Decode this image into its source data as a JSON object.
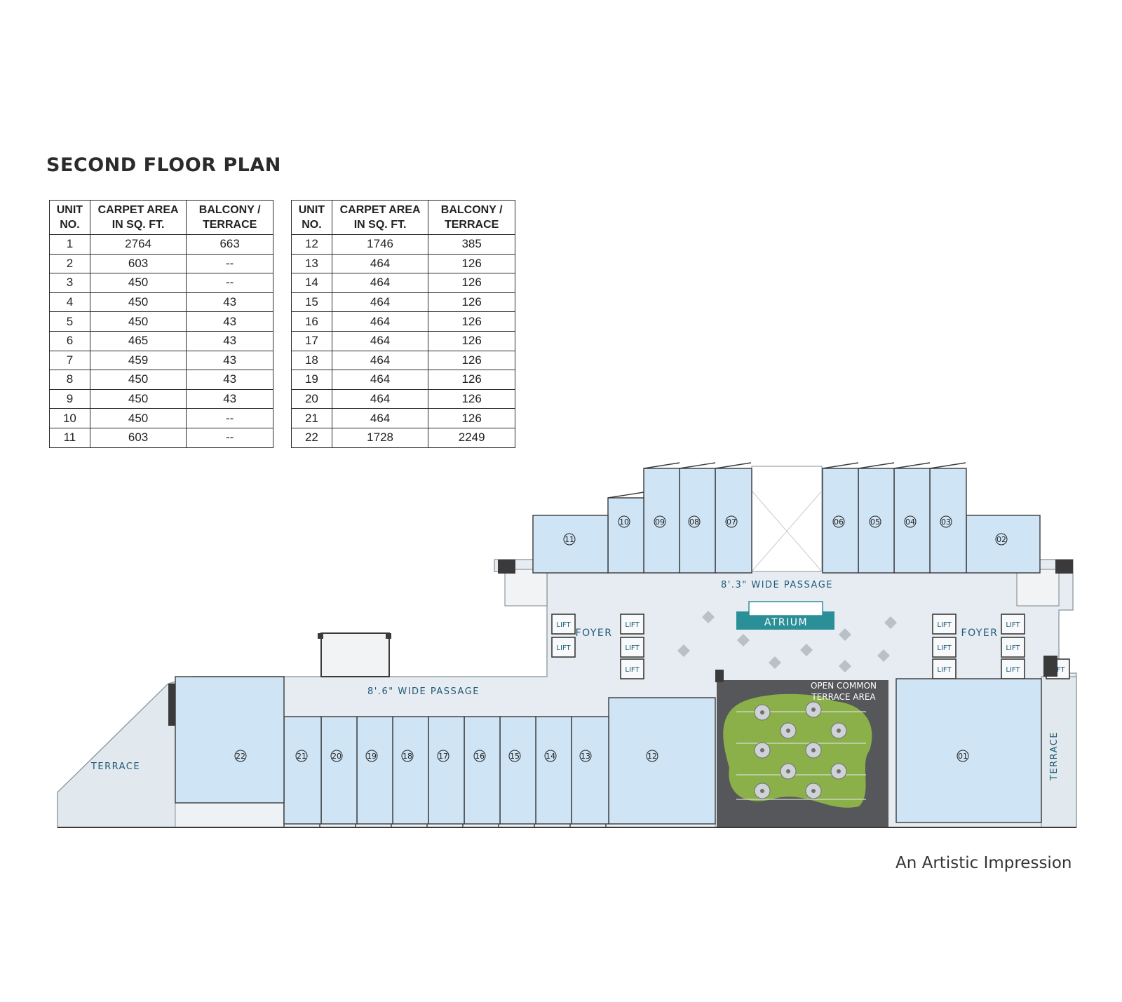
{
  "title": "SECOND FLOOR PLAN",
  "table": {
    "headers": [
      "UNIT NO.",
      "CARPET AREA IN SQ. FT.",
      "BALCONY / TERRACE"
    ],
    "header_lines": [
      [
        "UNIT",
        "NO."
      ],
      [
        "CARPET AREA",
        "IN SQ. FT."
      ],
      [
        "BALCONY /",
        "TERRACE"
      ]
    ],
    "left_rows": [
      [
        "1",
        "2764",
        "663"
      ],
      [
        "2",
        "603",
        "--"
      ],
      [
        "3",
        "450",
        "--"
      ],
      [
        "4",
        "450",
        "43"
      ],
      [
        "5",
        "450",
        "43"
      ],
      [
        "6",
        "465",
        "43"
      ],
      [
        "7",
        "459",
        "43"
      ],
      [
        "8",
        "450",
        "43"
      ],
      [
        "9",
        "450",
        "43"
      ],
      [
        "10",
        "450",
        "--"
      ],
      [
        "11",
        "603",
        "--"
      ]
    ],
    "right_rows": [
      [
        "12",
        "1746",
        "385"
      ],
      [
        "13",
        "464",
        "126"
      ],
      [
        "14",
        "464",
        "126"
      ],
      [
        "15",
        "464",
        "126"
      ],
      [
        "16",
        "464",
        "126"
      ],
      [
        "17",
        "464",
        "126"
      ],
      [
        "18",
        "464",
        "126"
      ],
      [
        "19",
        "464",
        "126"
      ],
      [
        "20",
        "464",
        "126"
      ],
      [
        "21",
        "464",
        "126"
      ],
      [
        "22",
        "1728",
        "2249"
      ]
    ]
  },
  "plan": {
    "passage_upper": "8'.3\" WIDE PASSAGE",
    "passage_lower": "8'.6\" WIDE PASSAGE",
    "atrium": "ATRIUM",
    "foyer": "FOYER",
    "lift": "LIFT",
    "open_terrace_line1": "OPEN COMMON",
    "open_terrace_line2": "TERRACE AREA",
    "terrace": "TERRACE",
    "unit_labels": [
      "01",
      "02",
      "03",
      "04",
      "05",
      "06",
      "07",
      "08",
      "09",
      "10",
      "11",
      "12",
      "13",
      "14",
      "15",
      "16",
      "17",
      "18",
      "19",
      "20",
      "21",
      "22"
    ]
  },
  "colors": {
    "unit_fill": "#cfe4f4",
    "corridor_fill": "#e6ecf1",
    "wall": "#3a3a3a",
    "label_blue": "#1f5a78",
    "atrium_teal": "#2b8f97",
    "lawn_green": "#8bb04a",
    "stone_dark": "#55575a"
  },
  "caption": "An Artistic Impression"
}
